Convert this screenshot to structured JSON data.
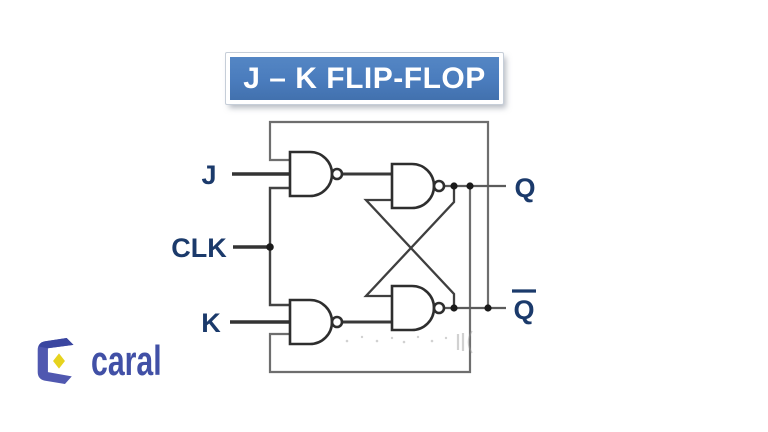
{
  "title": {
    "text": "J – K FLIP-FLOP"
  },
  "circuit": {
    "labels": {
      "j": "J",
      "clk": "CLK",
      "k": "K",
      "q": "Q",
      "q_bar": "Q",
      "q_bar_has_overline": true
    },
    "gates": [
      {
        "name": "nand-j-input-gate",
        "type": "NAND",
        "inputs": 3
      },
      {
        "name": "nand-k-input-gate",
        "type": "NAND",
        "inputs": 3
      },
      {
        "name": "nand-q-latch-gate",
        "type": "NAND",
        "inputs": 2
      },
      {
        "name": "nand-qbar-latch-gate",
        "type": "NAND",
        "inputs": 2
      }
    ],
    "connections": [
      "Q-bar feedback loop to top input of J NAND gate",
      "J to middle input of J NAND gate",
      "CLK to bottom input of J NAND gate and top input of K NAND gate",
      "K to middle input of K NAND gate",
      "Q feedback loop to bottom input of K NAND gate",
      "J NAND output to Q latch NAND input",
      "K NAND output to Q-bar latch NAND input",
      "Q latch output cross-coupled to Q-bar latch input",
      "Q-bar latch output cross-coupled to Q latch input"
    ]
  },
  "logo": {
    "text": "caral"
  },
  "colors": {
    "banner_blue": "#4a7cbd",
    "label_navy": "#1b3a6b",
    "wire_dark": "#3f3f3f",
    "wire_gray": "#6e6e6e",
    "gate_outline": "#2e2e2e",
    "logo_indigo": "#4150a6",
    "logo_accent_yellow": "#e6d31e"
  }
}
